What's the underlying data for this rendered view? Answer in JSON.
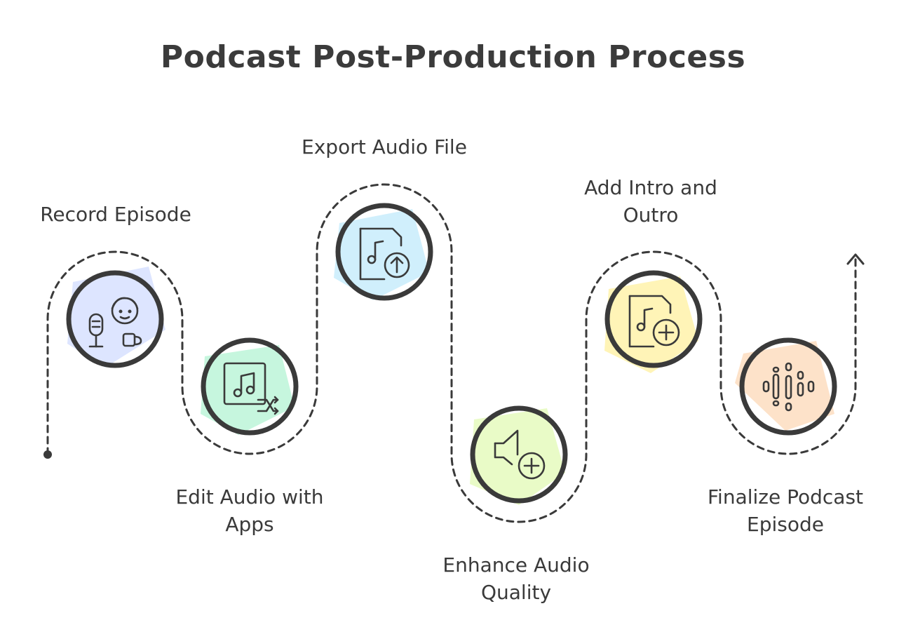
{
  "title": "Podcast Post-Production Process",
  "steps": [
    {
      "label_lines": [
        "Record Episode"
      ],
      "icon": "microphone-person-coffee-icon",
      "color": "#dbe4ff"
    },
    {
      "label_lines": [
        "Edit Audio with",
        "Apps"
      ],
      "icon": "music-shuffle-icon",
      "color": "#c3f5dc"
    },
    {
      "label_lines": [
        "Export Audio File"
      ],
      "icon": "music-file-upload-icon",
      "color": "#cdeefc"
    },
    {
      "label_lines": [
        "Enhance Audio",
        "Quality"
      ],
      "icon": "speaker-add-icon",
      "color": "#e8fbc4"
    },
    {
      "label_lines": [
        "Add Intro and",
        "Outro"
      ],
      "icon": "music-file-add-icon",
      "color": "#fff3b3"
    },
    {
      "label_lines": [
        "Finalize Podcast",
        "Episode"
      ],
      "icon": "audio-waveform-icon",
      "color": "#fde0c6"
    }
  ],
  "colors": {
    "stroke": "#3a3a3a",
    "path": "#3a3a3a"
  }
}
